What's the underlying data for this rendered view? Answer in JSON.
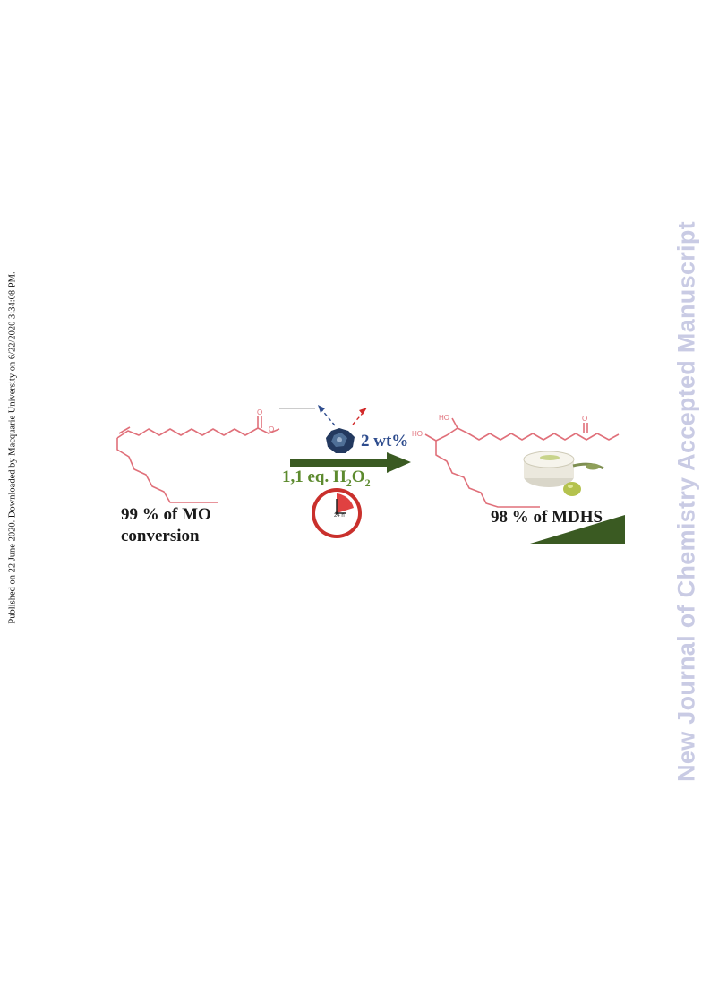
{
  "side_note": "Published on 22 June 2020. Downloaded by Macquarie University on 6/22/2020 3:34:08 PM.",
  "watermark": "New Journal of Chemistry Accepted Manuscript",
  "scheme": {
    "reactant_label_line1": "99 % of MO",
    "reactant_label_line2": "conversion",
    "catalyst_amount": "2 wt%",
    "reagent_prefix": "1,1 eq. H",
    "reagent_sub1": "2",
    "reagent_mid": "O",
    "reagent_sub2": "2",
    "product_label": "98 % of MDHS",
    "oxygen_atom": "O",
    "hydroxyl_1": "HO",
    "hydroxyl_2": "HO",
    "clock_text": "24 h"
  },
  "colors": {
    "molecule": "#e0707a",
    "arrow": "#3a5a22",
    "catalyst_text": "#2f4d8e",
    "reagent_text": "#5c8a2e",
    "watermark": "#c9cbe4"
  }
}
